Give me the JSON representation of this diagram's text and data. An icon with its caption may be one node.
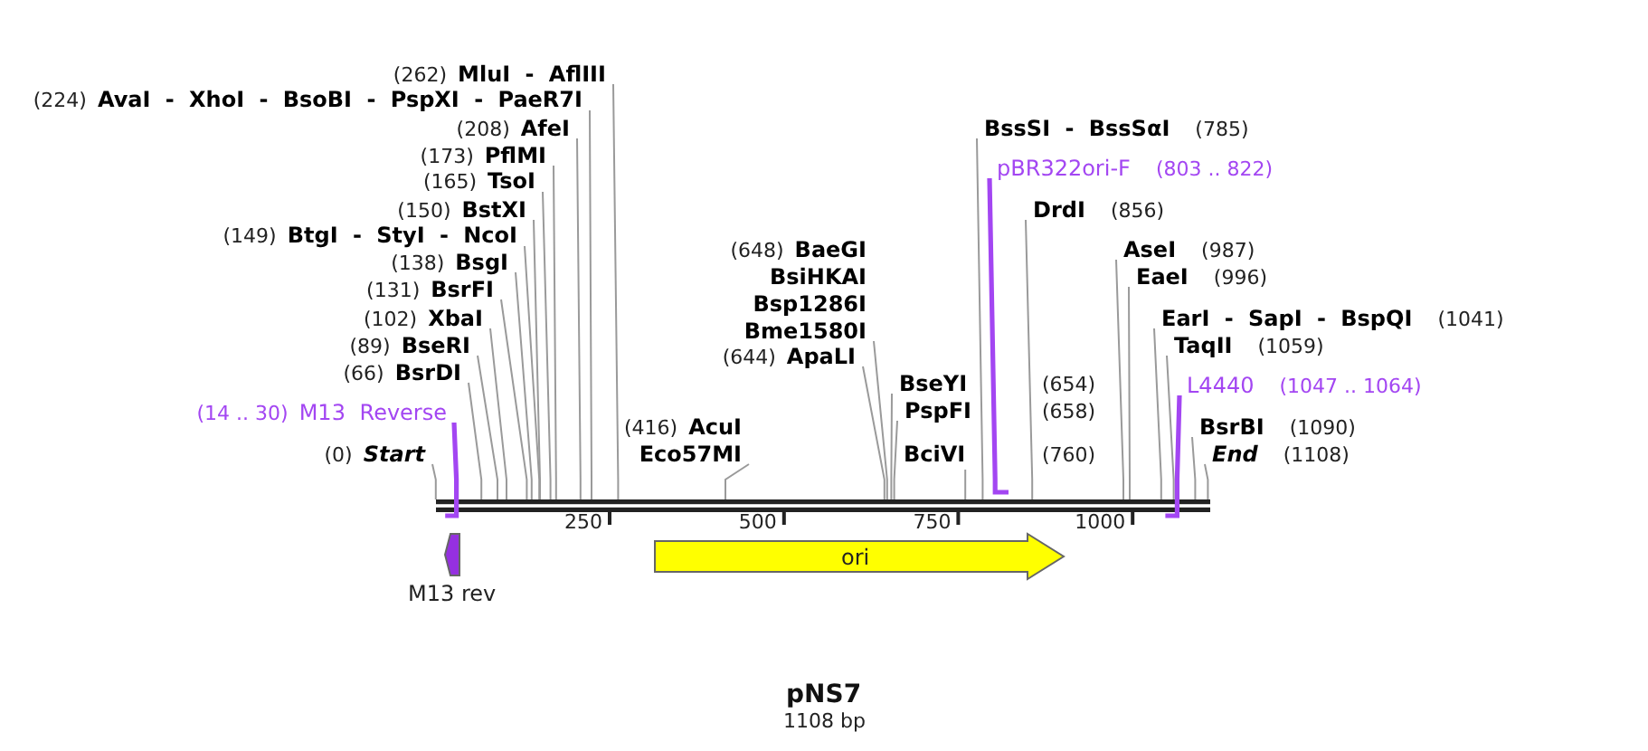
{
  "diagram": {
    "title": "pNS7",
    "caption": "1108 bp",
    "nodes": [
      {
        "text": [
          "(262)",
          "MluI - AflIII"
        ]
      },
      {
        "text": [
          "(224)",
          "AvaI - XhoI - BsoBI - PspXI - PaeR7I"
        ]
      },
      {
        "text": [
          "(208)",
          "AfeI"
        ]
      },
      {
        "text": [
          "(173)",
          "PflMI"
        ]
      },
      {
        "text": [
          "(165)",
          "TsoI"
        ]
      },
      {
        "text": [
          "(150)",
          "BstXI"
        ]
      },
      {
        "text": [
          "(149)",
          "BtgI - StyI - NcoI"
        ]
      },
      {
        "text": [
          "(138)",
          "BsgI"
        ]
      },
      {
        "text": [
          "(131)",
          "BsrFI"
        ]
      },
      {
        "text": [
          "(102)",
          "XbaI"
        ]
      },
      {
        "text": [
          "(89)",
          "BseRI"
        ]
      },
      {
        "text": [
          "(66)",
          "BsrDI"
        ]
      },
      {
        "text": [
          "(14 .. 30)",
          "M13 Reverse"
        ]
      },
      {
        "text": [
          "(0)",
          "Start"
        ]
      },
      {
        "text": [
          "(416)",
          "AcuI",
          "Eco57MI"
        ]
      },
      {
        "text": [
          "(648)",
          "BaeGI",
          "BsiHKAI",
          "Bsp1286I",
          "Bme1580I"
        ]
      },
      {
        "text": [
          "(644)",
          "ApaLI"
        ]
      },
      {
        "text": [
          "BseYI",
          "(654)"
        ]
      },
      {
        "text": [
          "PspFI",
          "(658)"
        ]
      },
      {
        "text": [
          "BciVI",
          "(760)"
        ]
      },
      {
        "text": [
          "BssSI - BssSαI",
          "(785)"
        ]
      },
      {
        "text": [
          "pBR322ori-F",
          "(803 .. 822)"
        ]
      },
      {
        "text": [
          "DrdI",
          "(856)"
        ]
      },
      {
        "text": [
          "AseI",
          "(987)"
        ]
      },
      {
        "text": [
          "EaeI",
          "(996)"
        ]
      },
      {
        "text": [
          "EarI - SapI - BspQI",
          "(1041)"
        ]
      },
      {
        "text": [
          "TaqII",
          "(1059)"
        ]
      },
      {
        "text": [
          "L4440",
          "(1047 .. 1064)"
        ]
      },
      {
        "text": [
          "BsrBI",
          "(1090)"
        ]
      },
      {
        "text": [
          "End",
          "(1108)"
        ]
      },
      {
        "text": [],
        "shape": "bar"
      },
      {
        "text": [],
        "shape": "arrow",
        "beside": [
          "M13 rev"
        ]
      },
      {
        "text": [
          "ori"
        ]
      }
    ],
    "edges": [
      {
        "from": 0,
        "to": 30,
        "arrow": "none"
      },
      {
        "from": 1,
        "to": 30,
        "arrow": "none"
      },
      {
        "from": 2,
        "to": 30,
        "arrow": "none"
      },
      {
        "from": 3,
        "to": 30,
        "arrow": "none"
      },
      {
        "from": 4,
        "to": 30,
        "arrow": "none"
      },
      {
        "from": 5,
        "to": 30,
        "arrow": "none"
      },
      {
        "from": 6,
        "to": 30,
        "arrow": "none"
      },
      {
        "from": 7,
        "to": 30,
        "arrow": "none"
      },
      {
        "from": 8,
        "to": 30,
        "arrow": "none"
      },
      {
        "from": 9,
        "to": 30,
        "arrow": "none"
      },
      {
        "from": 10,
        "to": 30,
        "arrow": "none"
      },
      {
        "from": 11,
        "to": 30,
        "arrow": "none"
      },
      {
        "from": 12,
        "to": 30,
        "arrow": "none",
        "style": "thick",
        "color": "#a346f2"
      },
      {
        "from": 13,
        "to": 30,
        "arrow": "none"
      },
      {
        "from": 14,
        "to": 30,
        "arrow": "none"
      },
      {
        "from": 15,
        "to": 30,
        "arrow": "none"
      },
      {
        "from": 16,
        "to": 30,
        "arrow": "none"
      },
      {
        "from": 17,
        "to": 30,
        "arrow": "none"
      },
      {
        "from": 18,
        "to": 30,
        "arrow": "none"
      },
      {
        "from": 19,
        "to": 30,
        "arrow": "none"
      },
      {
        "from": 20,
        "to": 30,
        "arrow": "none"
      },
      {
        "from": 21,
        "to": 30,
        "arrow": "none",
        "style": "thick",
        "color": "#a346f2"
      },
      {
        "from": 22,
        "to": 30,
        "arrow": "none"
      },
      {
        "from": 23,
        "to": 30,
        "arrow": "none"
      },
      {
        "from": 24,
        "to": 30,
        "arrow": "none"
      },
      {
        "from": 25,
        "to": 30,
        "arrow": "none"
      },
      {
        "from": 26,
        "to": 30,
        "arrow": "none"
      },
      {
        "from": 27,
        "to": 30,
        "arrow": "none",
        "style": "thick",
        "color": "#a346f2"
      },
      {
        "from": 28,
        "to": 30,
        "arrow": "none"
      },
      {
        "from": 29,
        "to": 30,
        "arrow": "none"
      }
    ],
    "labels": [
      "250",
      "500",
      "750",
      "1000"
    ]
  }
}
